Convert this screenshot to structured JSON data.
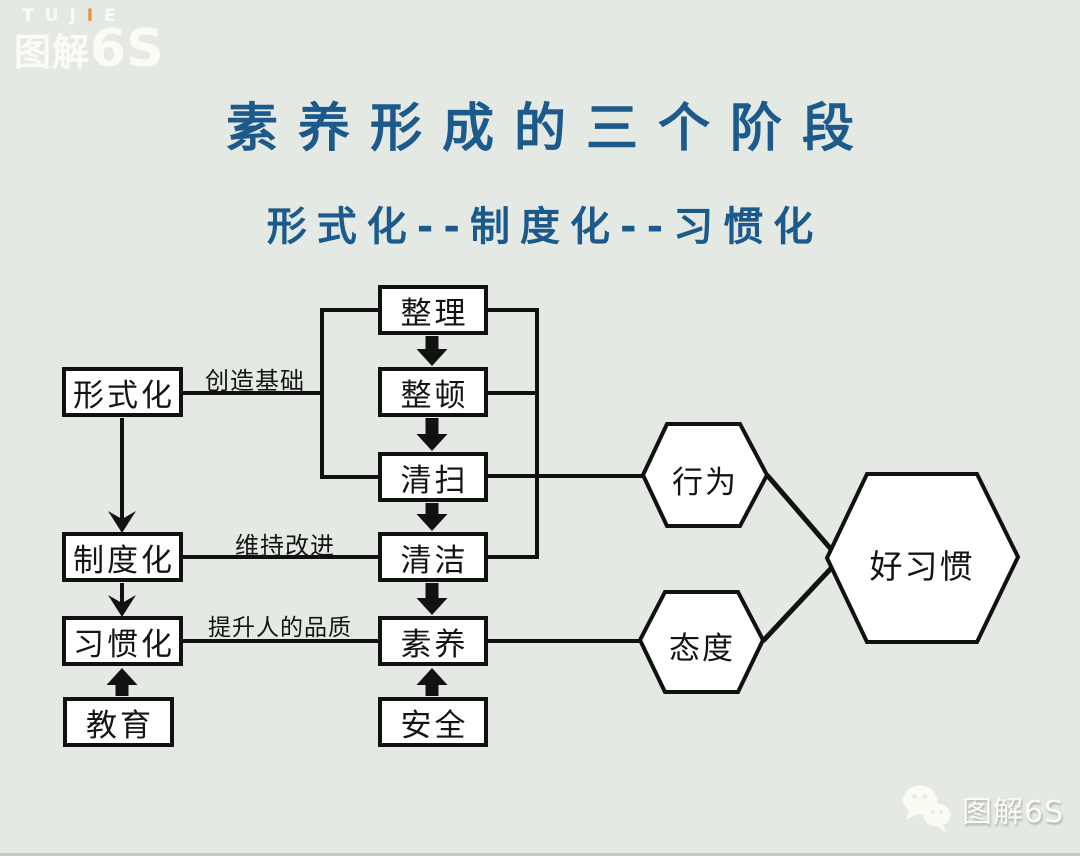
{
  "canvas": {
    "background": "#e5e9e3",
    "line_color": "#111111",
    "title_color": "#1c5a8c"
  },
  "logo": {
    "brand_top_left": "TUJ",
    "brand_top_accent": "I",
    "brand_top_right": "E",
    "brand_cn": "图解",
    "brand_suffix": "6S",
    "accent_color": "#dd9933"
  },
  "header": {
    "title": "素养形成的三个阶段",
    "subtitle": "形式化--制度化--习惯化"
  },
  "diagram": {
    "stages": [
      {
        "label": "形式化"
      },
      {
        "label": "制度化"
      },
      {
        "label": "习惯化"
      },
      {
        "label": "教育"
      }
    ],
    "steps": [
      {
        "label": "整理"
      },
      {
        "label": "整顿"
      },
      {
        "label": "清扫"
      },
      {
        "label": "清洁"
      },
      {
        "label": "素养"
      },
      {
        "label": "安全"
      }
    ],
    "edge_labels": [
      {
        "label": "创造基础"
      },
      {
        "label": "维持改进"
      },
      {
        "label": "提升人的品质"
      }
    ],
    "hexagons": [
      {
        "label": "行为"
      },
      {
        "label": "态度"
      },
      {
        "label": "好习惯"
      }
    ]
  },
  "watermark": {
    "label": "图解6S"
  }
}
